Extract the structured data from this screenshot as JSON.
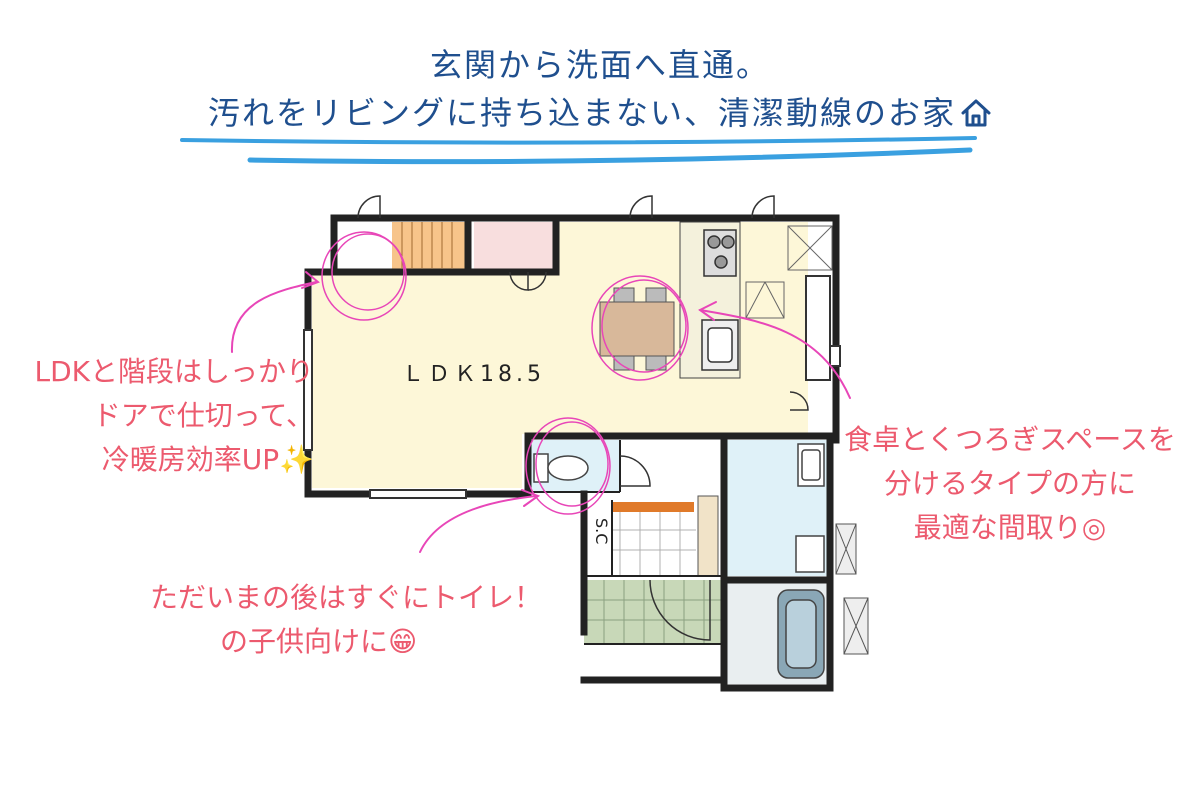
{
  "title": {
    "line1": "玄関から洗面へ直通。",
    "line2": "汚れをリビングに持ち込まない、清潔動線のお家"
  },
  "rooms": {
    "ldk": "ＬＤＫ18.5",
    "sc": "S.C"
  },
  "notes": {
    "left_top": [
      "LDKと階段はしっかり",
      "ドアで仕切って、",
      "冷暖房効率UP✨"
    ],
    "right": [
      "食卓とくつろぎスペースを",
      "分けるタイプの方に",
      "最適な間取り◎"
    ],
    "bottom": [
      "ただいまの後はすぐにトイレ！",
      "の子供向けに😁"
    ]
  },
  "colors": {
    "title": "#1f4f8e",
    "underline": "#3aa0e0",
    "note": "#ec5a6e",
    "wall": "#222222",
    "ldk_floor": "#fdf7d8",
    "stairs": "#f7c48a",
    "closet": "#f8dede",
    "bath_floor": "#dff1f8",
    "genkan": "#c8d8b8"
  },
  "icons": {
    "house": "house-icon"
  }
}
